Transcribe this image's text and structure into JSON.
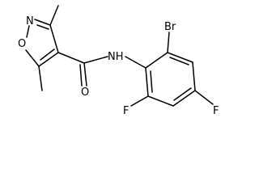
{
  "molecule": {
    "atoms": {
      "isoxazole_n": "N",
      "isoxazole_o": "O",
      "amide_o": "O",
      "amide_nh": "NH",
      "bromo": "Br",
      "fluoro_ortho": "F",
      "fluoro_para": "F"
    }
  }
}
